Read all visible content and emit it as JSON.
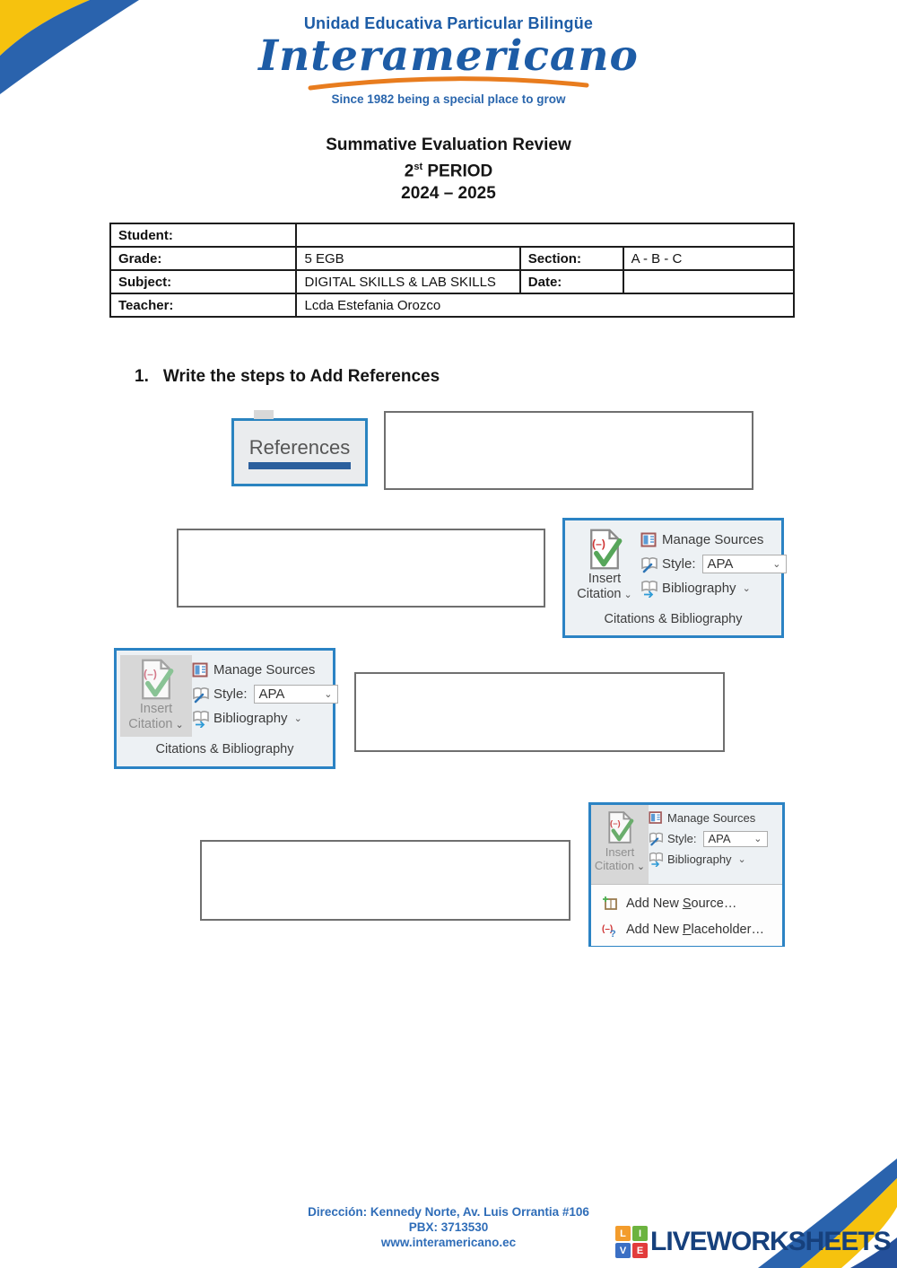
{
  "logo": {
    "line1": "Unidad Educativa Particular Bilingüe",
    "name": "Interamericano",
    "tagline": "Since 1982 being a special place to grow"
  },
  "title": {
    "line1": "Summative Evaluation Review",
    "period_number": "2",
    "period_suffix": "st",
    "period_word": " PERIOD",
    "years": "2024 – 2025"
  },
  "info_table": {
    "student_label": "Student:",
    "student_value": "",
    "grade_label": "Grade:",
    "grade_value": "5 EGB",
    "section_label": "Section:",
    "section_value": "A - B - C",
    "subject_label": "Subject:",
    "subject_value": "DIGITAL SKILLS & LAB SKILLS",
    "date_label": "Date:",
    "date_value": "",
    "teacher_label": "Teacher:",
    "teacher_value": "Lcda Estefania Orozco"
  },
  "question": {
    "number": "1.",
    "text": "Write the steps to Add References"
  },
  "references_tab": {
    "label": "References"
  },
  "ribbon": {
    "insert_line1": "Insert",
    "insert_line2": "Citation",
    "chevron": "⌄",
    "manage_sources": "Manage Sources",
    "style_label": "Style:",
    "style_value": "APA",
    "bibliography": "Bibliography",
    "group_label": "Citations & Bibliography"
  },
  "menu": {
    "source_pre": "Add New ",
    "source_key": "S",
    "source_rest": "ource…",
    "placeholder_pre": "Add New ",
    "placeholder_key": "P",
    "placeholder_rest": "laceholder…"
  },
  "footer": {
    "address": "Dirección: Kennedy Norte, Av. Luis Orrantia #106",
    "pbx": "PBX: 3713530",
    "website": "www.interamericano.ec",
    "brand": "LIVEWORKSHEETS",
    "squares": [
      "L",
      "I",
      "V",
      "E"
    ]
  },
  "colors": {
    "logo_blue": "#1d5ca6",
    "logo_orange": "#e87c1e",
    "ribbon_selection_blue": "#2b83c4",
    "references_active_bar": "#2b5f9d",
    "footer_blue": "#2f6db8",
    "liveworksheets_navy": "#16407c",
    "swoosh_yellow": "#f6c20e",
    "swoosh_blue": "#2a63ad"
  }
}
